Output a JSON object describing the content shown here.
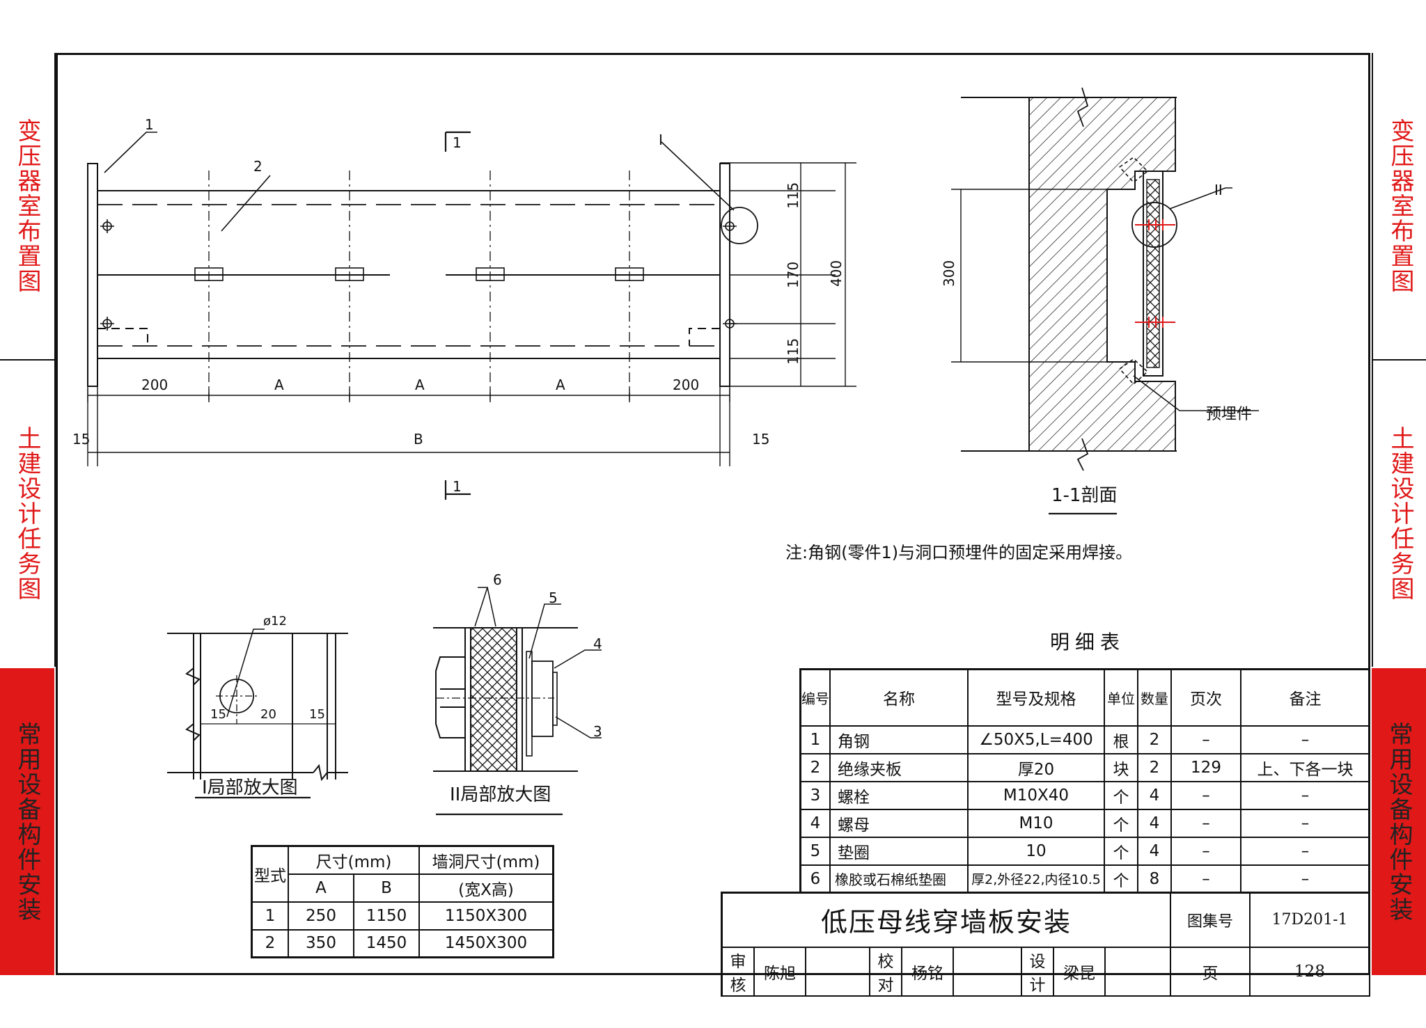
{
  "side_tabs": {
    "left": [
      "变压器室布置图",
      "土建设计任务图",
      "常用设备构件安装"
    ],
    "right": [
      "变压器室布置图",
      "土建设计任务图",
      "常用设备构件安装"
    ]
  },
  "colors": {
    "accent_red": "#e01818",
    "line": "#111111"
  },
  "main_view": {
    "part_labels": [
      "1",
      "2",
      "I"
    ],
    "section_mark": "1",
    "dims_bottom": [
      "200",
      "A",
      "A",
      "A",
      "200"
    ],
    "dim_total": "B",
    "dim_edge_left": "15",
    "dim_edge_right": "15",
    "dims_right": [
      "115",
      "170",
      "115"
    ],
    "dim_height": "400"
  },
  "section_view": {
    "dim_300": "300",
    "detail_mark": "II",
    "embed_label": "预埋件",
    "caption": "1-1剖面"
  },
  "note": "注:角钢(零件1)与洞口预埋件的固定采用焊接。",
  "detail1": {
    "dia": "ø12",
    "dims": [
      "15",
      "20",
      "15"
    ],
    "caption": "I局部放大图"
  },
  "detail2": {
    "labels": [
      "6",
      "5",
      "4",
      "3"
    ],
    "caption": "II局部放大图"
  },
  "size_table": {
    "h_type": "型式",
    "h_size": "尺寸(mm)",
    "h_hole": "墙洞尺寸(mm)",
    "h_hole_sub": "(宽X高)",
    "h_a": "A",
    "h_b": "B",
    "rows": [
      [
        "1",
        "250",
        "1150",
        "1150X300"
      ],
      [
        "2",
        "350",
        "1450",
        "1450X300"
      ]
    ]
  },
  "bom": {
    "title": "明细表",
    "headers": [
      "编号",
      "名称",
      "型号及规格",
      "单位",
      "数量",
      "页次",
      "备注"
    ],
    "rows": [
      [
        "1",
        "角钢",
        "∠50X5,L=400",
        "根",
        "2",
        "–",
        "–"
      ],
      [
        "2",
        "绝缘夹板",
        "厚20",
        "块",
        "2",
        "129",
        "上、下各一块"
      ],
      [
        "3",
        "螺栓",
        "M10X40",
        "个",
        "4",
        "–",
        "–"
      ],
      [
        "4",
        "螺母",
        "M10",
        "个",
        "4",
        "–",
        "–"
      ],
      [
        "5",
        "垫圈",
        "10",
        "个",
        "4",
        "–",
        "–"
      ],
      [
        "6",
        "橡胶或石棉纸垫圈",
        "厚2,外径22,内径10.5",
        "个",
        "8",
        "–",
        "–"
      ]
    ]
  },
  "title_block": {
    "title": "低压母线穿墙板安装",
    "atlas_label": "图集号",
    "atlas_no": "17D201-1",
    "review": "审核",
    "reviewer": "陈旭",
    "check": "校对",
    "checker": "杨铭",
    "design": "设计",
    "designer": "梁昆",
    "page_label": "页",
    "page_no": "128"
  }
}
